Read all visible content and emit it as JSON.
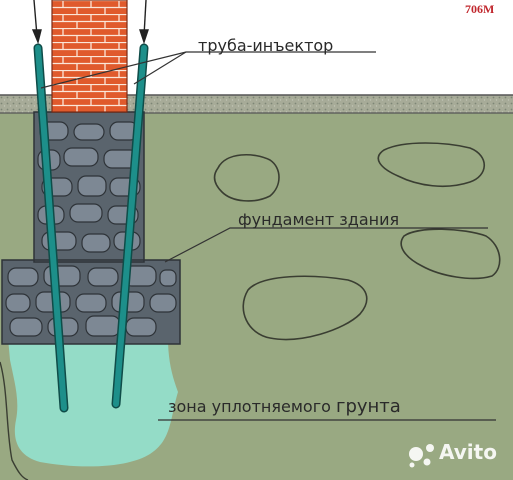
{
  "code": "706M",
  "labels": {
    "pipe": "труба-инъектор",
    "foundation": "фундамент здания",
    "zone_main": "зона уплотняемого",
    "zone_last": "грунта"
  },
  "watermark": "Avito",
  "colors": {
    "soil": "#99a982",
    "ground_strip": "#a5aa96",
    "brick": "#e05a2c",
    "stone": "#5a646d",
    "zone": "#94dcc7",
    "pipe": "#1d8f8a"
  }
}
